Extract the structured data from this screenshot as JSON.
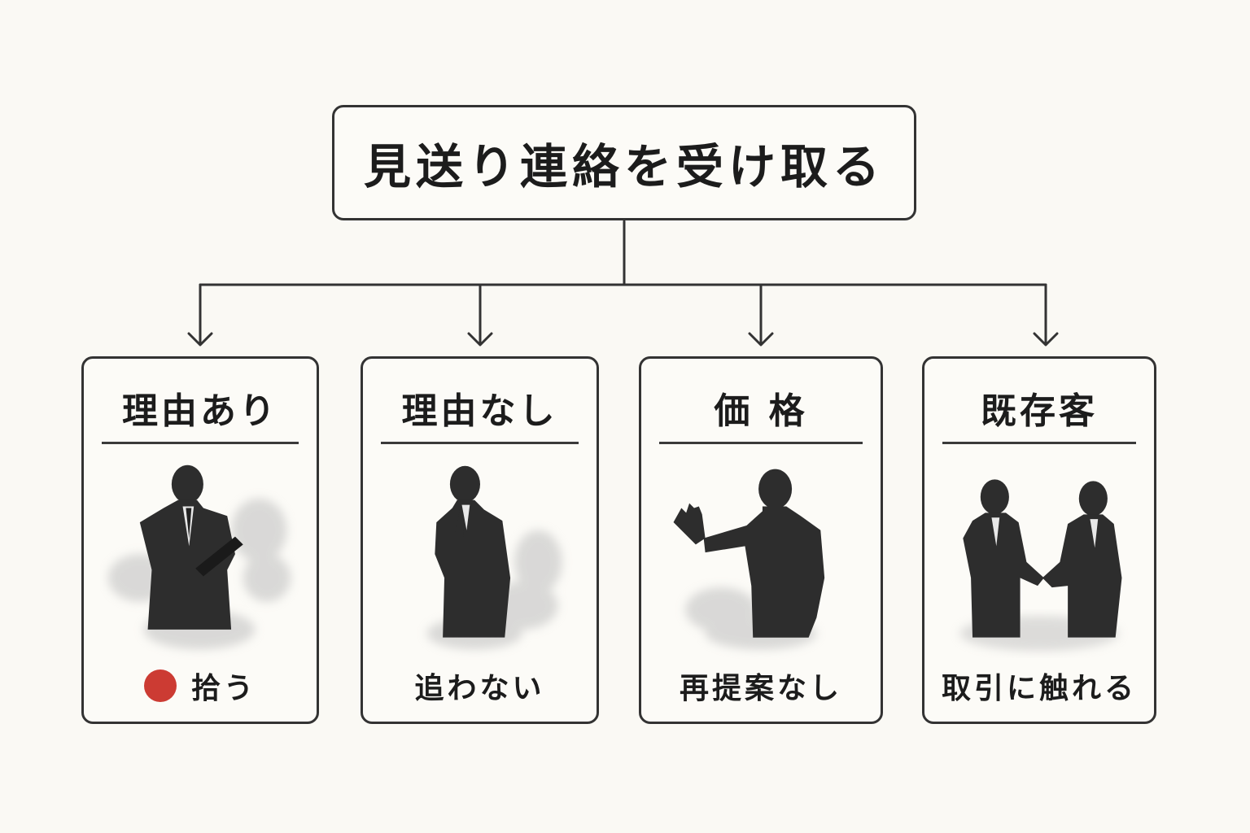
{
  "root": {
    "label": "見送り連絡を受け取る"
  },
  "branches": [
    {
      "title": "理由あり",
      "action": "拾う",
      "marker_color": "#cc3b33",
      "illustration": "person-writing-clipboard-icon"
    },
    {
      "title": "理由なし",
      "action": "追わない",
      "illustration": "person-thinking-icon"
    },
    {
      "title": "価 格",
      "action": "再提案なし",
      "illustration": "person-stop-gesture-icon"
    },
    {
      "title": "既存客",
      "action": "取引に触れる",
      "illustration": "handshake-icon"
    }
  ],
  "colors": {
    "line": "#333333",
    "ink": "#1c1c1c",
    "accent": "#cc3b33",
    "background": "#faf9f4"
  }
}
